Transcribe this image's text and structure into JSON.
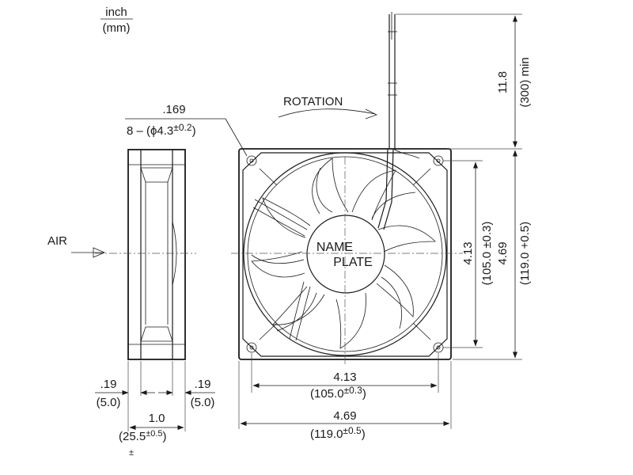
{
  "units": {
    "primary": "inch",
    "secondary": "(mm)"
  },
  "labels": {
    "rotation": "ROTATION",
    "air": "AIR",
    "nameplate_line1": "NAME",
    "nameplate_line2": "PLATE"
  },
  "dimensions": {
    "hole_inch": ".169",
    "hole_prefix": "8 – (",
    "hole_phi": "ϕ",
    "hole_value": "4.3",
    "hole_tol": "±0.2",
    "hole_close": ")",
    "lead_inch": "11.8",
    "lead_mm": "(300) min",
    "pitch_v_inch": "4.13",
    "pitch_v_mm": "(105.0 ±0.3)",
    "size_v_inch": "4.69",
    "size_v_mm": "(119.0 +0.5)",
    "pitch_h_inch": "4.13",
    "pitch_h_mm_value": "(105.0",
    "pitch_h_mm_tol": "±0.3",
    "pitch_h_mm_close": ")",
    "size_h_inch": "4.69",
    "size_h_mm_value": "(119.0",
    "size_h_mm_tol": "±0.5",
    "size_h_mm_close": ")",
    "flange_left_inch": ".19",
    "flange_left_mm": "(5.0)",
    "flange_right_inch": ".19",
    "flange_right_mm": "(5.0)",
    "depth_inch": "1.0",
    "depth_mm_value": "(25.5",
    "depth_mm_tol": "±0.5",
    "depth_mm_close": ")",
    "depth_stray": "±"
  }
}
